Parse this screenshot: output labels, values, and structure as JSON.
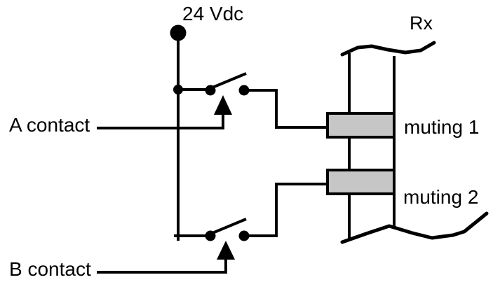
{
  "diagram": {
    "type": "circuit-wiring-diagram",
    "labels": {
      "power": "24 Vdc",
      "receiver": "Rx",
      "contact_a": "A contact",
      "contact_b": "B contact",
      "muting1": "muting 1",
      "muting2": "muting 2"
    },
    "colors": {
      "line": "#000000",
      "text": "#000000",
      "muting_box_fill": "#c6c6c6",
      "background": "#ffffff"
    }
  }
}
